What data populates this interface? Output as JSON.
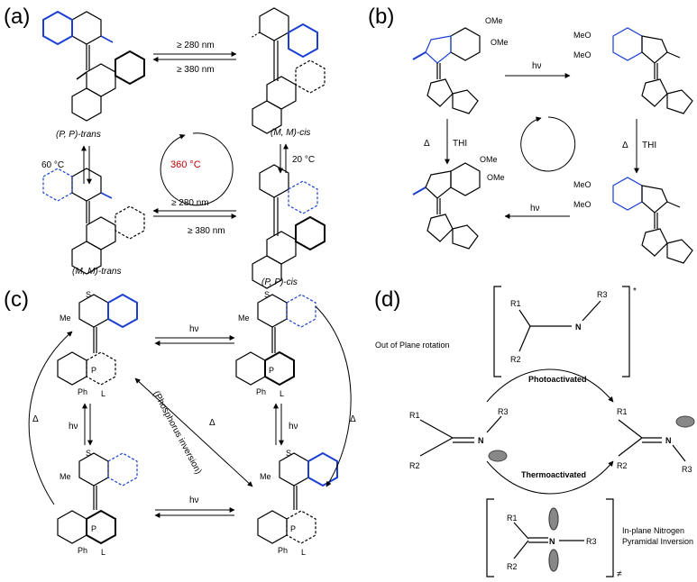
{
  "panels": {
    "a": {
      "label": "(a)",
      "pp_trans": "(P, P)-trans",
      "mm_cis": "(M, M)-cis",
      "mm_trans": "(M, M)-trans",
      "pp_cis": "(P, P)-cis",
      "top_fwd": "≥ 280 nm",
      "top_rev": "≥ 380 nm",
      "bot_fwd": "≥ 280 nm",
      "bot_rev": "≥ 380 nm",
      "left_temp": "60 °C",
      "right_temp": "20 °C",
      "center": "360 °C"
    },
    "b": {
      "label": "(b)",
      "hv_top": "hν",
      "hv_bottom": "hν",
      "delta_left": "Δ",
      "thi_left": "THI",
      "delta_right": "Δ",
      "thi_right": "THI",
      "ome": "OMe",
      "meo": "MeO"
    },
    "c": {
      "label": "(c)",
      "hv_top": "hν",
      "hv_left": "hν",
      "hv_right": "hν",
      "hv_bottom": "hν",
      "delta_left": "Δ",
      "delta_center": "Δ",
      "delta_right": "Δ",
      "phos": "(Phosphorus inversion)",
      "me": "Me",
      "s": "S",
      "p": "P",
      "ph": "Ph",
      "l": "L"
    },
    "d": {
      "label": "(d)",
      "out_of_plane": "Out of Plane rotation",
      "photo": "Photoactivated",
      "thermo": "Thermoactivated",
      "inplane_1": "In-plane Nitrogen",
      "inplane_2": "Pyramidal Inversion",
      "star": "*",
      "neq": "≠",
      "r1": "R1",
      "r2": "R2",
      "r3": "R3",
      "n": "N"
    }
  }
}
